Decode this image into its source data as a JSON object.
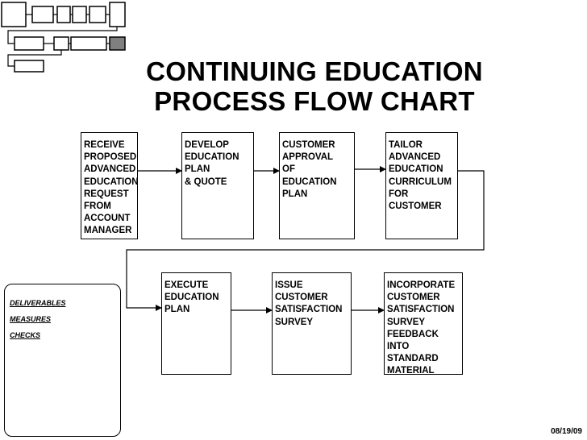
{
  "title": {
    "line1": "CONTINUING EDUCATION",
    "line2": " PROCESS FLOW CHART"
  },
  "steps": [
    {
      "label": "RECEIVE\nPROPOSED\nADVANCED\nEDUCATION\nREQUEST\nFROM\nACCOUNT\nMANAGER"
    },
    {
      "label": "DEVELOP\nEDUCATION\nPLAN\n& QUOTE"
    },
    {
      "label": "CUSTOMER\nAPPROVAL\nOF\nEDUCATION\nPLAN"
    },
    {
      "label": "TAILOR\nADVANCED\nEDUCATION\nCURRICULUM\nFOR\nCUSTOMER"
    },
    {
      "label": "EXECUTE\nEDUCATION\nPLAN"
    },
    {
      "label": "ISSUE\nCUSTOMER\nSATISFACTION\nSURVEY"
    },
    {
      "label": "INCORPORATE\nCUSTOMER\nSATISFACTION\nSURVEY\nFEEDBACK\nINTO\nSTANDARD\nMATERIAL"
    }
  ],
  "legend": {
    "items": [
      "DELIVERABLES",
      "MEASURES",
      "CHECKS"
    ]
  },
  "footer": {
    "date": "08/19/09"
  },
  "colors": {
    "line": "#000000",
    "logo_fill": "#808080"
  }
}
